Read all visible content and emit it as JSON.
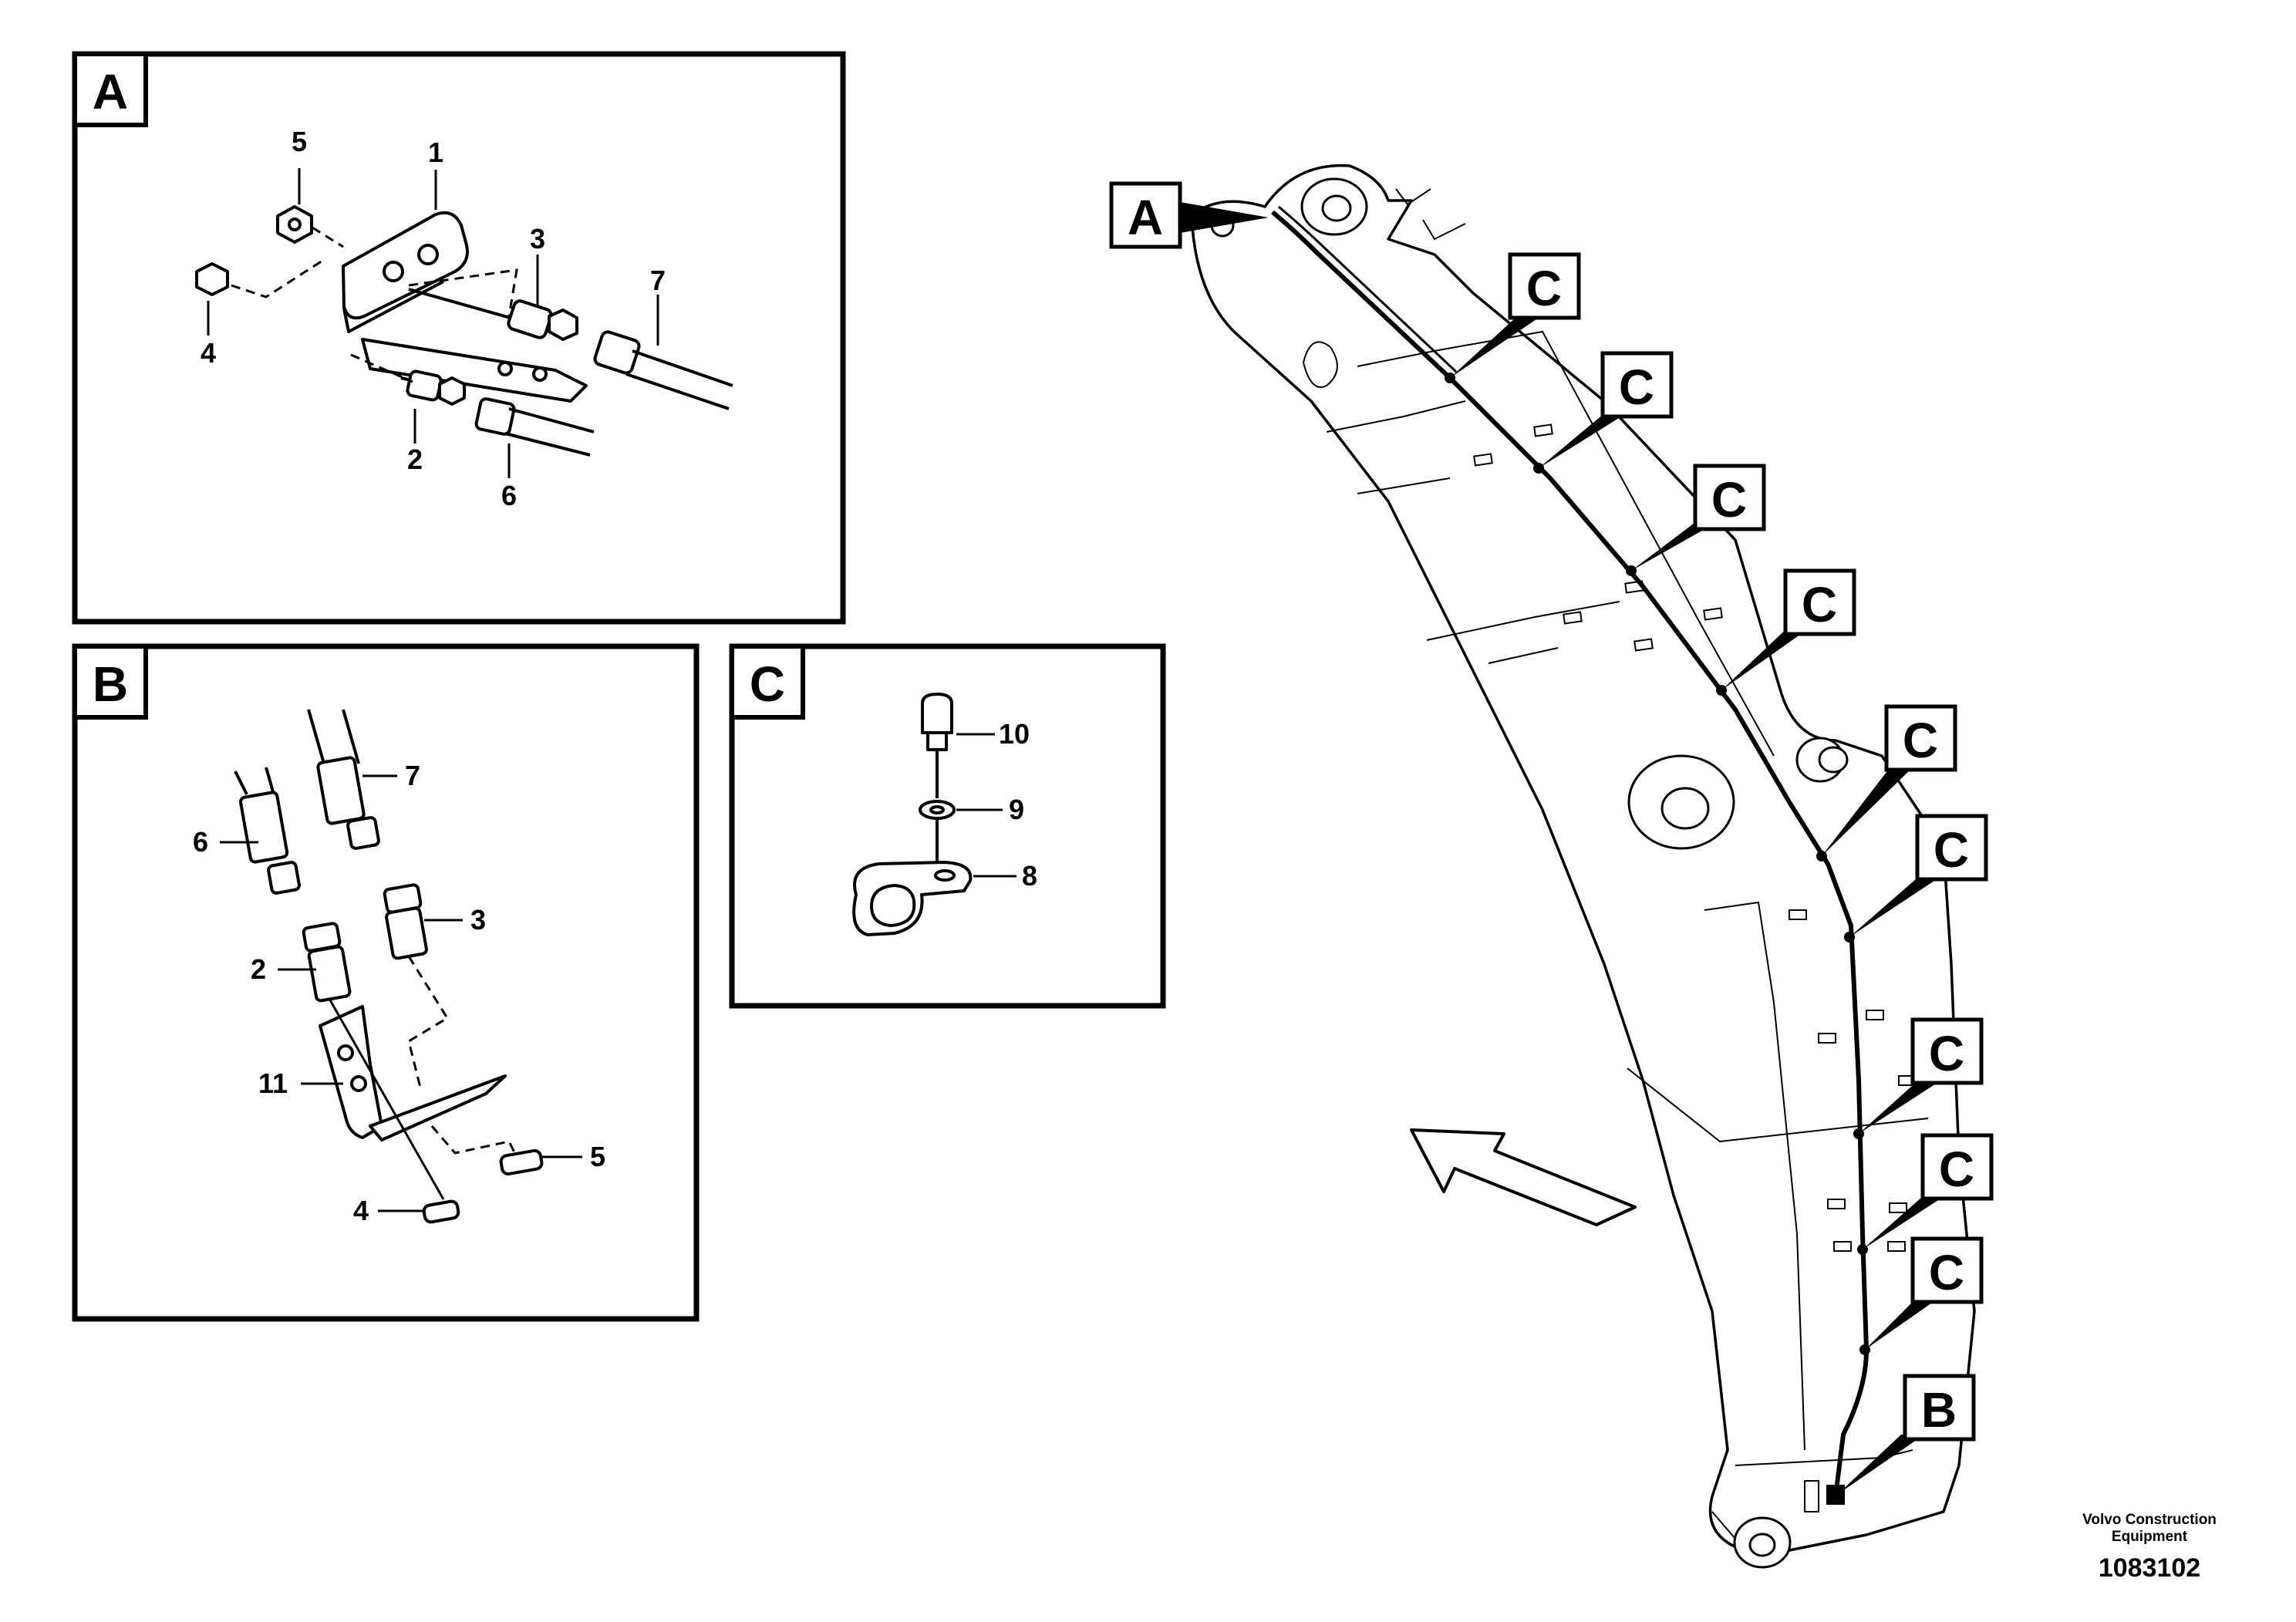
{
  "views": {
    "a": {
      "tag": "A"
    },
    "b": {
      "tag": "B"
    },
    "c": {
      "tag": "C"
    }
  },
  "callouts": {
    "a": "A",
    "b": "B",
    "c": [
      "C",
      "C",
      "C",
      "C",
      "C",
      "C",
      "C",
      "C",
      "C"
    ]
  },
  "parts": {
    "view_a": [
      "5",
      "1",
      "3",
      "7",
      "4",
      "2",
      "6"
    ],
    "view_b": [
      "7",
      "6",
      "3",
      "2",
      "11",
      "5",
      "4"
    ],
    "view_c": [
      "10",
      "9",
      "8"
    ]
  },
  "footer": {
    "company": "Volvo Construction Equipment",
    "doc_number": "1083102"
  }
}
